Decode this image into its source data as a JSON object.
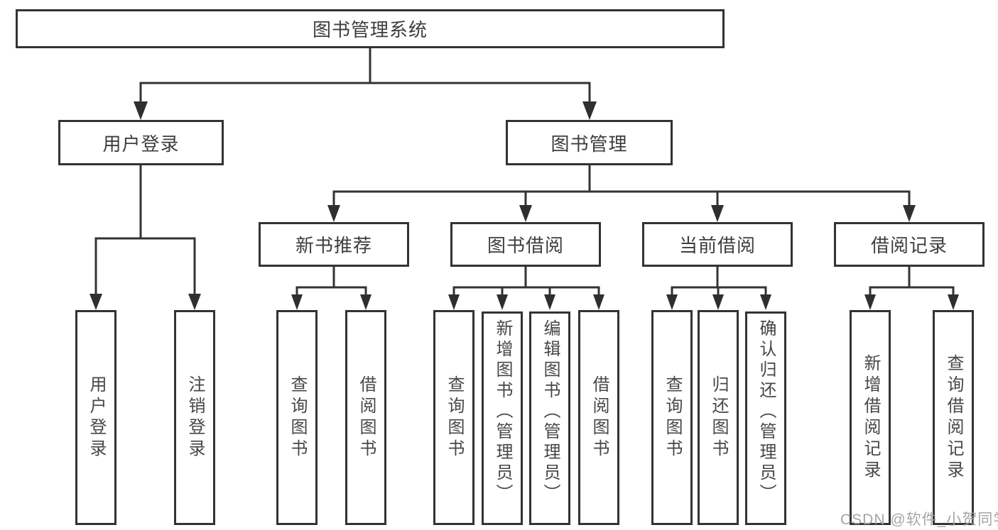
{
  "tree": {
    "root": {
      "label": "图书管理系统"
    },
    "branches": [
      {
        "label": "用户登录",
        "children": [
          {
            "label": "用户登录"
          },
          {
            "label": "注销登录"
          }
        ]
      },
      {
        "label": "图书管理",
        "children": [
          {
            "label": "新书推荐",
            "children": [
              {
                "label": "查询图书"
              },
              {
                "label": "借阅图书"
              }
            ]
          },
          {
            "label": "图书借阅",
            "children": [
              {
                "label": "查询图书"
              },
              {
                "label": "新增图书（管理员）"
              },
              {
                "label": "编辑图书（管理员）"
              },
              {
                "label": "借阅图书"
              }
            ]
          },
          {
            "label": "当前借阅",
            "children": [
              {
                "label": "查询图书"
              },
              {
                "label": "归还图书"
              },
              {
                "label": "确认归还（管理员）"
              }
            ]
          },
          {
            "label": "借阅记录",
            "children": [
              {
                "label": "新增借阅记录"
              },
              {
                "label": "查询借阅记录"
              }
            ]
          }
        ]
      }
    ]
  },
  "watermark": {
    "text": "CSDN @软件_小贺同学"
  },
  "colors": {
    "line": "#333333",
    "text": "#3d3d3d",
    "watermark": "#a0a0a0"
  }
}
